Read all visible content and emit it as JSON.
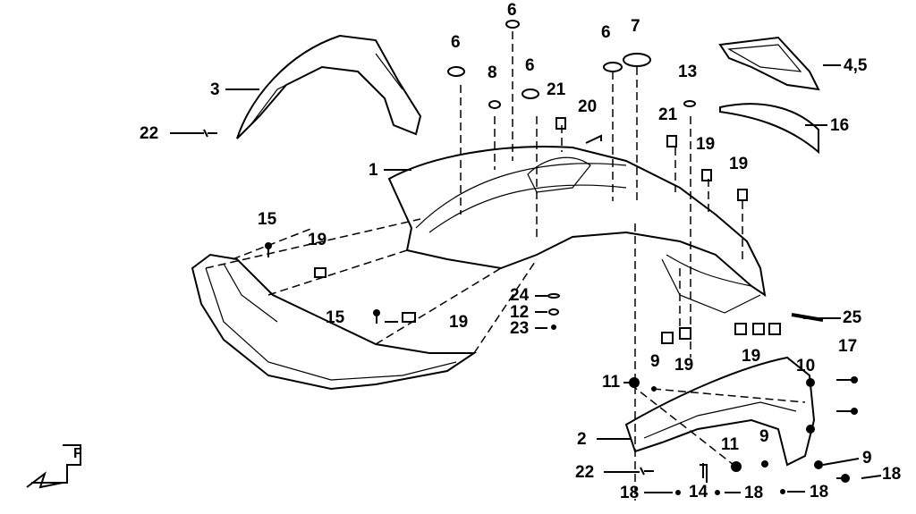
{
  "diagram": {
    "title": "Front fender / body panel exploded parts diagram",
    "callouts": {
      "c1": "1",
      "c2": "2",
      "c3": "3",
      "c45": "4,5",
      "c6a": "6",
      "c6b": "6",
      "c6c": "6",
      "c6d": "6",
      "c7": "7",
      "c8": "8",
      "c9a": "9",
      "c9b": "9",
      "c9c": "9",
      "c10": "10",
      "c11a": "11",
      "c11b": "11",
      "c12": "12",
      "c13": "13",
      "c14": "14",
      "c15a": "15",
      "c15b": "15",
      "c16": "16",
      "c17": "17",
      "c18a": "18",
      "c18b": "18",
      "c18c": "18",
      "c18d": "18",
      "c19a": "19",
      "c19b": "19",
      "c19c": "19",
      "c19d": "19",
      "c19e": "19",
      "c19f": "19",
      "c20": "20",
      "c21a": "21",
      "c21b": "21",
      "c22a": "22",
      "c22b": "22",
      "c23": "23",
      "c24": "24",
      "c25": "25"
    },
    "front_indicator": "F"
  }
}
